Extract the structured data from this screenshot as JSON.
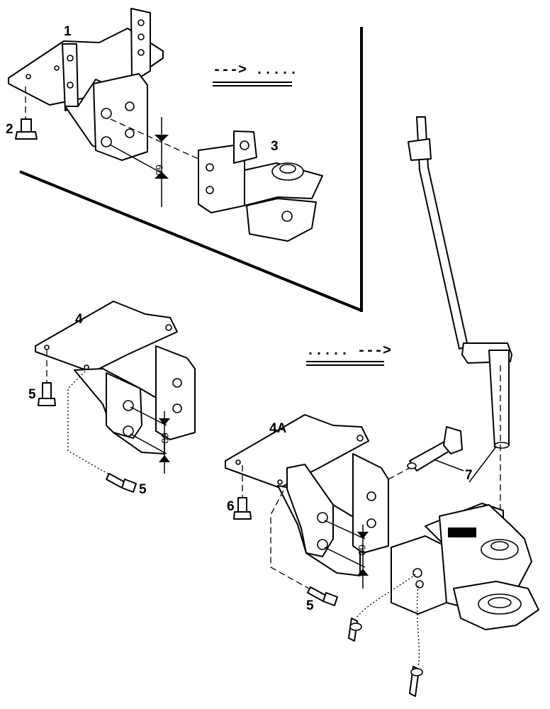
{
  "callouts": {
    "c1": "1",
    "c2": "2",
    "c3": "3",
    "c4": "4",
    "c4a": "4A",
    "c5a": "5",
    "c5b": "5",
    "c5c": "5",
    "c6": "6",
    "c7": "7"
  },
  "dimensions": {
    "d1": "60",
    "d2": "60",
    "d3": "60"
  },
  "legend": {
    "top": "---> .....",
    "bottom": "..... --->"
  }
}
